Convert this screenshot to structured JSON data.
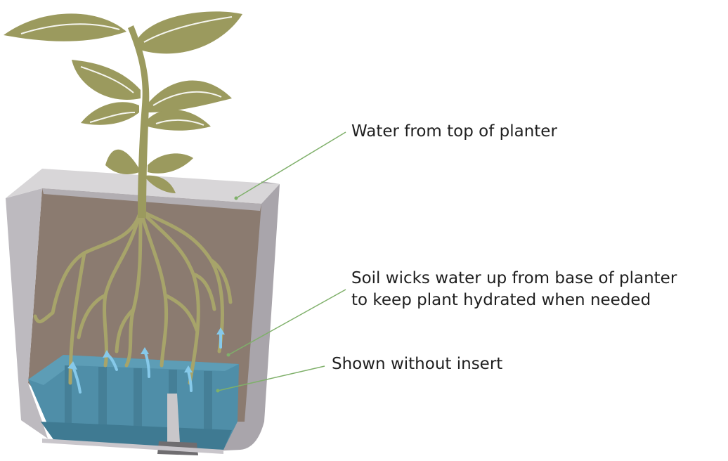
{
  "callouts": [
    {
      "lines": [
        "Water from top of planter"
      ]
    },
    {
      "lines": [
        "Soil wicks water up from base of planter",
        "to keep plant hydrated when needed"
      ]
    },
    {
      "lines": [
        "Shown without insert"
      ]
    }
  ],
  "colors": {
    "plant": "#9b9a5e",
    "soil": "#8c7b70",
    "water": "#4f8ea8",
    "pot_rim": "#d6d4d6",
    "pot_wall": "#b9b6bb",
    "arrows": "#86c9ea",
    "leader_lines": "#7fb06a"
  },
  "icons": [
    "plant-illustration",
    "planter-cutaway",
    "water-arrow-icon"
  ]
}
